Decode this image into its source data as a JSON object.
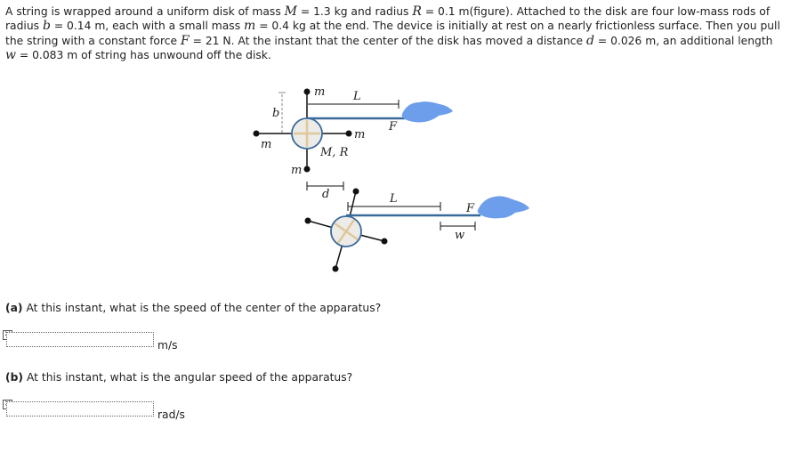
{
  "problem": {
    "text_before_M": "A string is wrapped around a uniform disk of mass ",
    "sym_M": "M",
    "val_M": " = 1.3 kg and radius ",
    "sym_R": "R",
    "val_R": " = 0.1 m(figure). Attached to the disk are four low-mass rods of radius ",
    "sym_b": "b",
    "val_b": " = 0.14 m, each with a small mass ",
    "sym_m": "m",
    "val_m": " = 0.4 kg at the end. The device is initially at rest on a nearly frictionless surface. Then you pull the string with a constant force ",
    "sym_F": "F",
    "val_F": " = 21 N. At the instant that the center of the disk has moved a distance ",
    "sym_d": "d",
    "val_d": " = 0.026 m, an additional length ",
    "sym_w": "w",
    "val_w": " = 0.083 m of string has unwound off the disk."
  },
  "figure": {
    "labels": {
      "m_top": "m",
      "L_top": "L",
      "b": "b",
      "F_top": "F",
      "m_right": "m",
      "m_left": "m",
      "MR": "M, R",
      "m_bottom": "m",
      "d": "d",
      "L_bottom": "L",
      "F_bottom": "F",
      "w": "w"
    },
    "colors": {
      "hand": "#6d9eeb",
      "disk_fill": "#ecebe8",
      "disk_stroke": "#3a6a9a",
      "cross": "#e0c79a",
      "string": "#3a6a9a"
    }
  },
  "questions": [
    {
      "label": "(a)",
      "text": " At this instant, what is the speed of the center of the apparatus?",
      "unit": "m/s",
      "value": "",
      "icon": "broken-image-icon"
    },
    {
      "label": "(b)",
      "text": " At this instant, what is the angular speed of the apparatus?",
      "unit": "rad/s",
      "value": "",
      "icon": "broken-image-icon"
    }
  ]
}
